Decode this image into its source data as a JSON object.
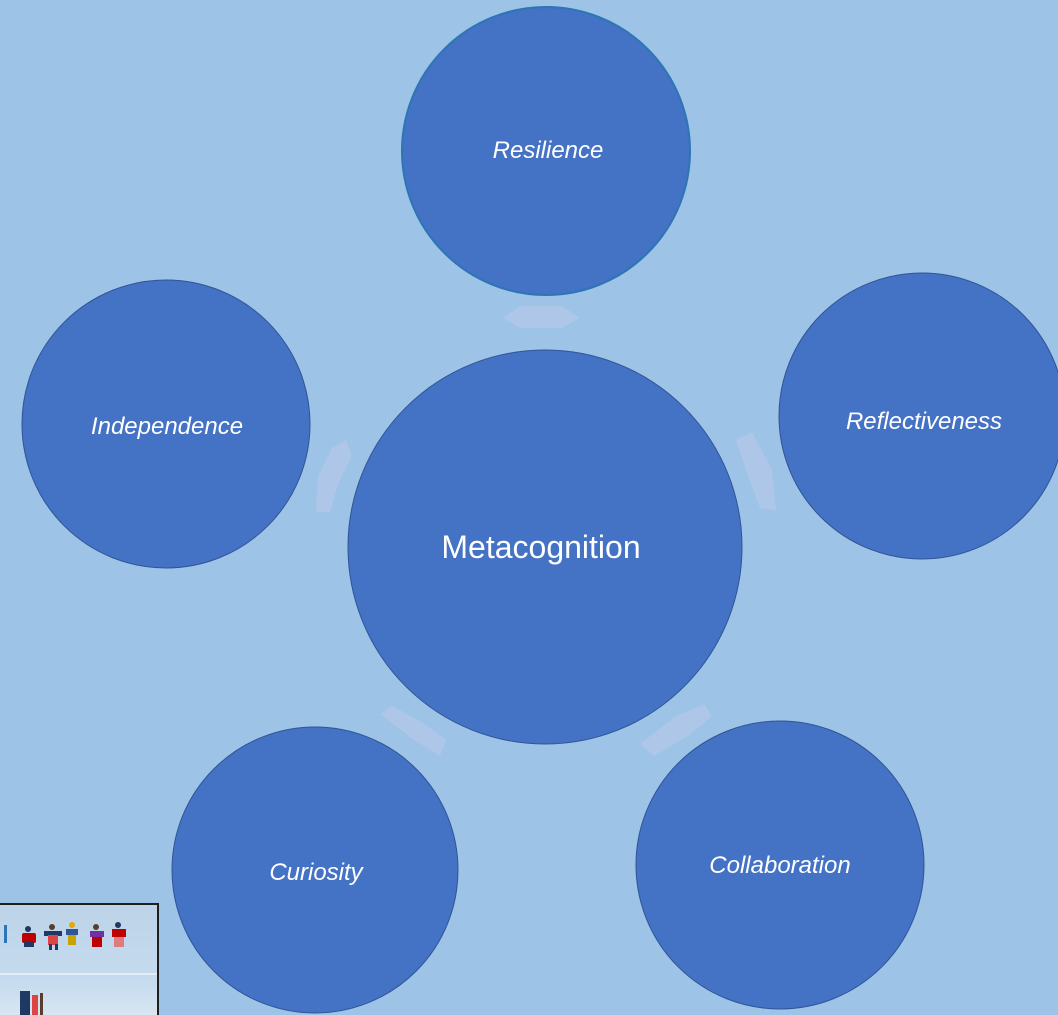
{
  "diagram": {
    "center": "Metacognition",
    "nodes": {
      "resilience": "Resilience",
      "reflectiveness": "Reflectiveness",
      "collaboration": "Collaboration",
      "curiosity": "Curiosity",
      "independence": "Independence"
    }
  },
  "colors": {
    "background": "#9dc3e6",
    "node_fill": "#4472c4",
    "arrow_fill": "#b4c7e7",
    "text": "#ffffff"
  }
}
